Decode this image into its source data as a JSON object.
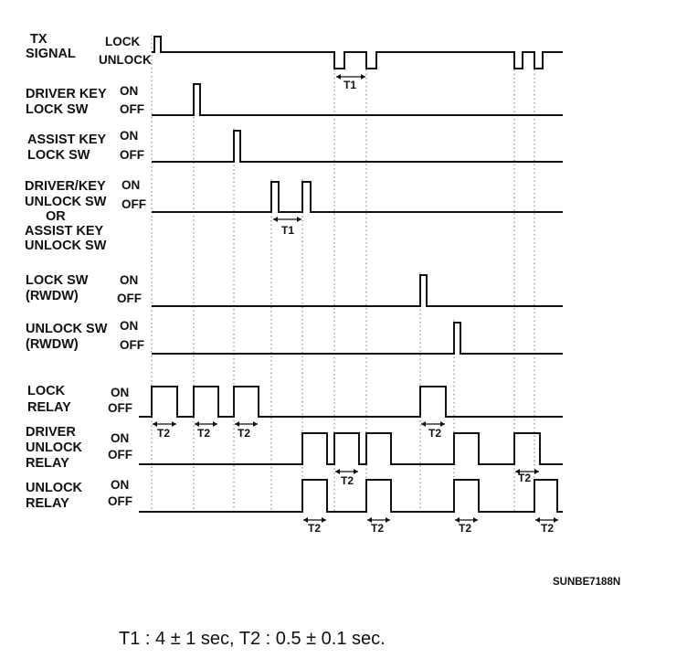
{
  "diagram": {
    "signals": [
      {
        "label": [
          "TX",
          "SIGNAL"
        ],
        "on_label": "LOCK",
        "off_label": "UNLOCK"
      },
      {
        "label": [
          "DRIVER KEY",
          "LOCK SW"
        ],
        "on_label": "ON",
        "off_label": "OFF"
      },
      {
        "label": [
          "ASSIST KEY",
          "LOCK SW"
        ],
        "on_label": "ON",
        "off_label": "OFF"
      },
      {
        "label": [
          "DRIVER/KEY",
          "UNLOCK SW",
          "OR",
          "ASSIST KEY",
          "UNLOCK SW"
        ],
        "on_label": "ON",
        "off_label": "OFF"
      },
      {
        "label": [
          "LOCK SW",
          "(RWDW)"
        ],
        "on_label": "ON",
        "off_label": "OFF"
      },
      {
        "label": [
          "UNLOCK SW",
          "(RWDW)"
        ],
        "on_label": "ON",
        "off_label": "OFF"
      },
      {
        "label": [
          "LOCK",
          "RELAY"
        ],
        "on_label": "ON",
        "off_label": "OFF"
      },
      {
        "label": [
          "DRIVER",
          "UNLOCK",
          "RELAY"
        ],
        "on_label": "ON",
        "off_label": "OFF"
      },
      {
        "label": [
          "UNLOCK",
          "RELAY"
        ],
        "on_label": "ON",
        "off_label": "OFF"
      }
    ],
    "interval_labels": {
      "t1": "T1",
      "t2": "T2"
    },
    "figure_code": "SUNBE7188N",
    "footnote": "T1 : 4 ± 1 sec, T2 : 0.5 ± 0.1 sec."
  }
}
